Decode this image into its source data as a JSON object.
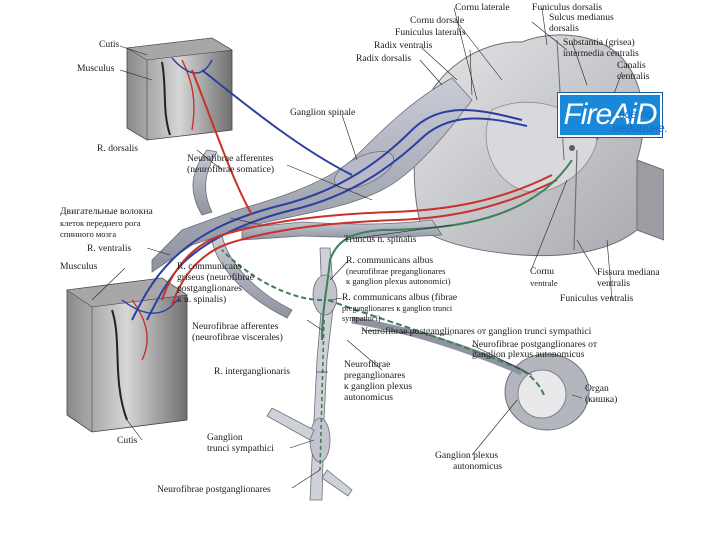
{
  "watermark": {
    "logo": "FireAiD",
    "caption_line1": "- все по",
    "caption_line2": "медицине."
  },
  "labels": {
    "cornu_lateralis": "Cornu laterale",
    "funiculus_dorsalis": "Funiculus dorsalis",
    "sulcus_medianus": "Sulcus medianus",
    "dorsalis": "dorsalis",
    "cornu_dorsale": "Cornu dorsale",
    "funiculus_lateralis": "Funiculus lateralis",
    "substantia": "Substantia (grisea)",
    "intermedia": "intermedia centralis",
    "radix_ventralis": "Radix ventralis",
    "radix_dorsalis": "Radix dorsalis",
    "canalis": "Canalis",
    "centralis": "centralis",
    "cutis_top": "Cutis",
    "musculus_top": "Musculus",
    "ganglion_spinale": "Ganglion spinale",
    "r_dorsalis": "R. dorsalis",
    "neuro_afferentes_1": "Neurofibrae afferentes",
    "neuro_afferentes_2": "(neurofibrae somatice)",
    "ru_1": "Двигательные волокна",
    "ru_2": "клеток переднего рога",
    "ru_3": "спинного мозга",
    "truncus": "Truncus n. spinalis",
    "r_ventralis": "R. ventralis",
    "r_comm_albus_1": "R. communicans albus",
    "r_comm_albus_2": "(neurofibrae preganglionares",
    "r_comm_albus_3": "к ganglion plexus autonomici)",
    "cornu_ventrale_1": "Cornu",
    "cornu_ventrale_2": "ventrale",
    "fissura_1": "Fissura mediana",
    "fissura_2": "ventralis",
    "musculus_bottom": "Musculus",
    "r_comm_griseus_1": "R. communicans",
    "r_comm_griseus_2": "griseus (neurofibrae",
    "r_comm_griseus_3": "postganglionares",
    "r_comm_griseus_4": "к n. spinalis)",
    "r_comm_albus2_1": "R. communicans albus (fibrae",
    "r_comm_albus2_2": "preganglionares к ganglion trunci",
    "r_comm_albus2_3": "sympathici)",
    "funiculus_ventralis": "Funiculus ventralis",
    "neuro_aff_visc_1": "Neurofibrae afferentes",
    "neuro_aff_visc_2": "(neurofibrae viscerales)",
    "neuro_post_trunci": "Neurofibrae postganglionares от ganglion trunci sympathici",
    "neuro_post_plexus_1": "Neurofibrae postganglionares от",
    "neuro_post_plexus_2": "ganglion plexus autonomicus",
    "r_interganglionaris": "R. interganglionaris",
    "neuro_pre_1": "Neurofibrae",
    "neuro_pre_2": "preganglionares",
    "neuro_pre_3": "к ganglion plexus",
    "neuro_pre_4": "autonomicus",
    "organ_1": "Organ",
    "organ_2": "(кишка)",
    "cutis_bottom": "Cutis",
    "ganglion_trunci_1": "Ganglion",
    "ganglion_trunci_2": "trunci sympathici",
    "ganglion_plexus_1": "Ganglion plexus",
    "ganglion_plexus_2": "autonomicus",
    "neuro_postgang_bottom": "Neurofibrae postganglionares"
  },
  "colors": {
    "afferent_blue": "#2a3fa0",
    "efferent_red": "#c8322a",
    "autonomic_green": "#3f7f5a",
    "tissue_gray": "#b9bcc4",
    "brand_blue": "#1a88d8"
  }
}
